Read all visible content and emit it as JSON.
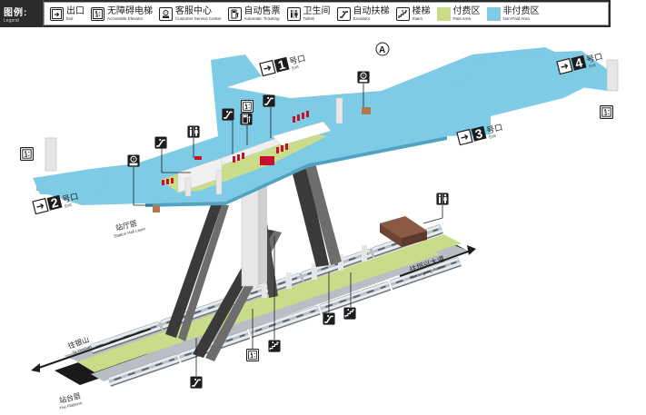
{
  "legend": {
    "title_zh": "图例:",
    "title_en": "Legend",
    "items": [
      {
        "icon": "exit-icon",
        "zh": "出口",
        "en": "Exit"
      },
      {
        "icon": "elevator-icon",
        "zh": "无障碍电梯",
        "en": "Accessible Elevator"
      },
      {
        "icon": "service-icon",
        "zh": "客服中心",
        "en": "Customer Service Center"
      },
      {
        "icon": "ticket-icon",
        "zh": "自动售票",
        "en": "Automatic Ticketing"
      },
      {
        "icon": "toilet-icon",
        "zh": "卫生间",
        "en": "Toilets"
      },
      {
        "icon": "escalator-icon",
        "zh": "自动扶梯",
        "en": "Escalator"
      },
      {
        "icon": "stairs-icon",
        "zh": "楼梯",
        "en": "Stairs"
      },
      {
        "swatch": "#c9dc8a",
        "zh": "付费区",
        "en": "Paid Area"
      },
      {
        "swatch": "#7ecbe6",
        "zh": "非付费区",
        "en": "Non-Paid Area"
      }
    ]
  },
  "colors": {
    "non_paid": "#7ecbe6",
    "paid": "#c9dc8a",
    "platform_base": "#1a1a1a",
    "column": "#3c3c3c",
    "barrier": "#c8102e"
  },
  "compass": {
    "label": "A"
  },
  "exits": [
    {
      "number": "1",
      "zh": "号口",
      "en": "Exit"
    },
    {
      "number": "2",
      "zh": "号口",
      "en": "Exit"
    },
    {
      "number": "3",
      "zh": "号口",
      "en": "Exit"
    },
    {
      "number": "4",
      "zh": "号口",
      "en": "Exit"
    }
  ],
  "levels": {
    "concourse_zh": "站厅层",
    "concourse_en": "Station Hall Layer",
    "platform_zh": "站台层",
    "platform_en": "The Platform"
  },
  "directions": {
    "left_zh": "往银山",
    "left_en": "To Yinshan",
    "right_zh": "往恒兴大道",
    "right_en": "To Hengxing Avenue"
  }
}
